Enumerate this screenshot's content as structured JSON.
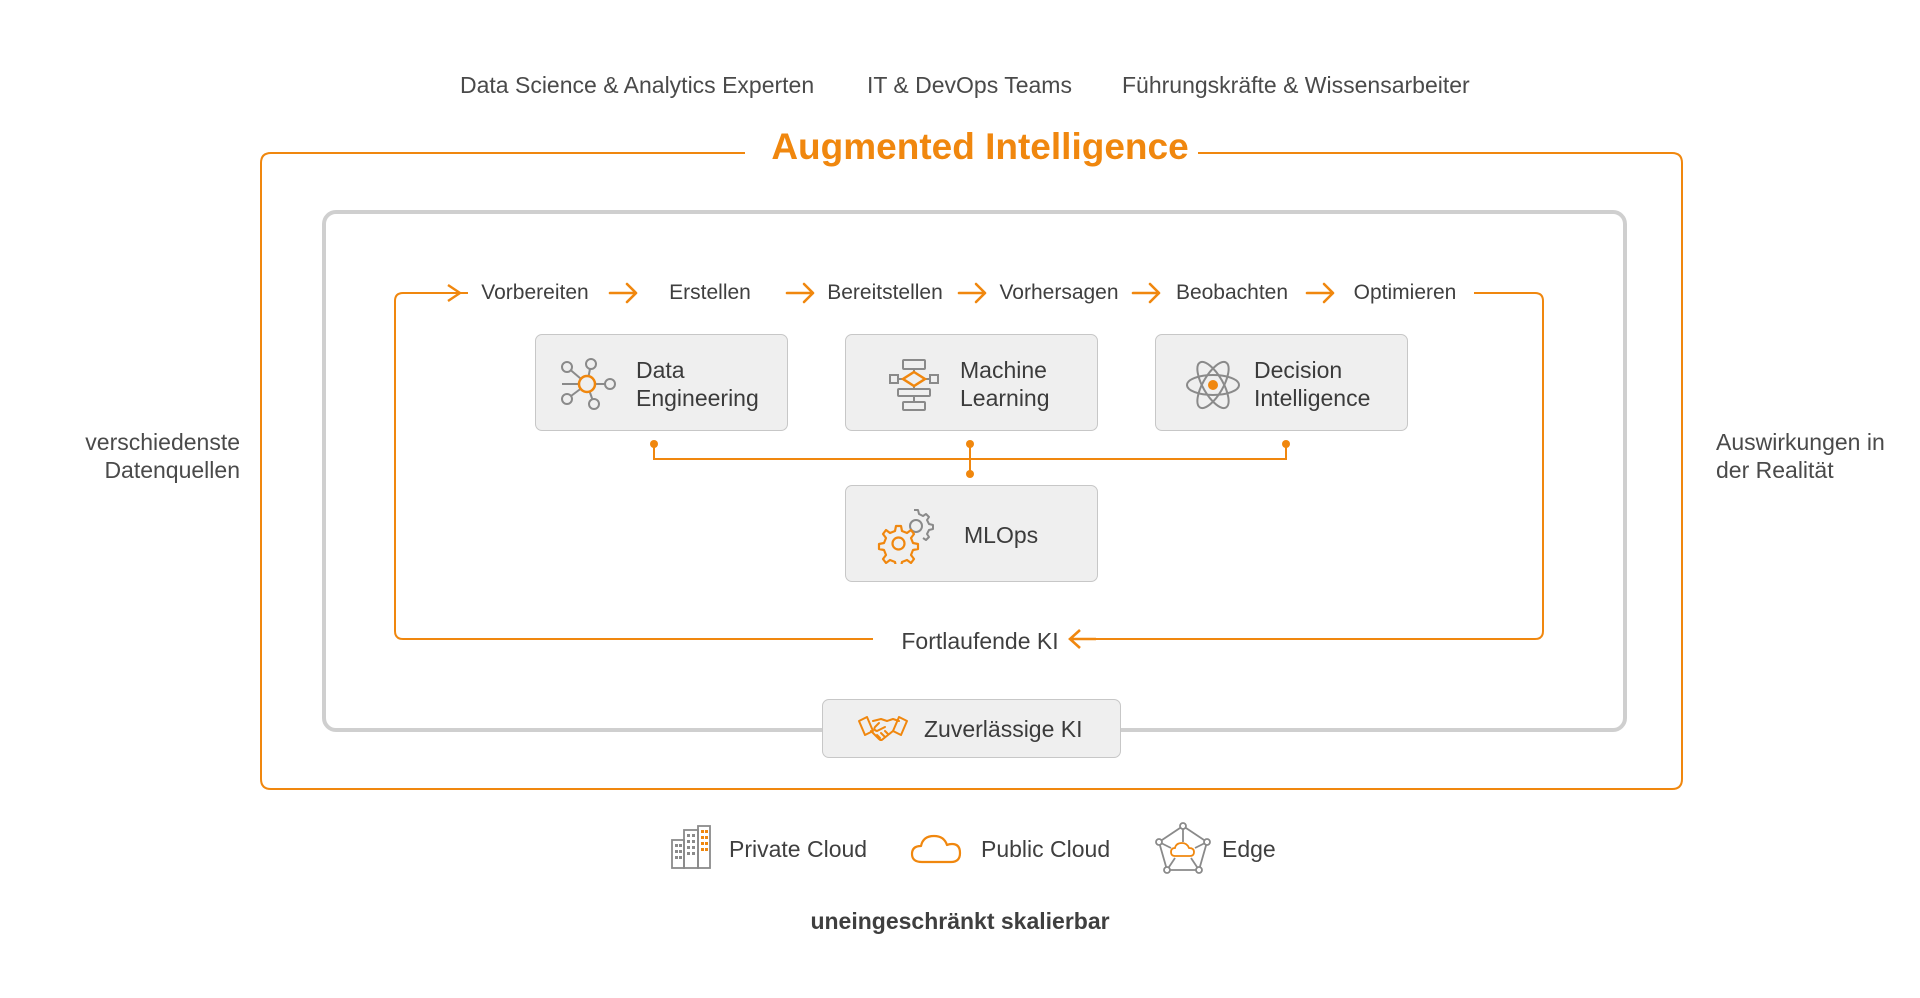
{
  "audiences": [
    "Data Science & Analytics Experten",
    "IT & DevOps Teams",
    "Führungskräfte & Wissensarbeiter"
  ],
  "title": "Augmented Intelligence",
  "left_label": "verschiedenste Datenquellen",
  "right_label": "Auswirkungen in der Realität",
  "steps": [
    "Vorbereiten",
    "Erstellen",
    "Bereitstellen",
    "Vorhersagen",
    "Beobachten",
    "Optimieren"
  ],
  "cards": {
    "data_engineering": {
      "line1": "Data",
      "line2": "Engineering",
      "icon": "network-nodes-icon"
    },
    "machine_learning": {
      "line1": "Machine",
      "line2": "Learning",
      "icon": "flowchart-icon"
    },
    "decision_intelligence": {
      "line1": "Decision",
      "line2": "Intelligence",
      "icon": "atom-icon"
    },
    "mlops": {
      "label": "MLOps",
      "icon": "gears-icon"
    }
  },
  "loop_label": "Fortlaufende KI",
  "trusted_label": "Zuverlässige KI",
  "trusted_icon": "handshake-icon",
  "infrastructure": [
    {
      "label": "Private Cloud",
      "icon": "buildings-icon"
    },
    {
      "label": "Public Cloud",
      "icon": "cloud-icon"
    },
    {
      "label": "Edge",
      "icon": "edge-network-icon"
    }
  ],
  "footer": "uneingeschränkt skalierbar",
  "colors": {
    "accent": "#f0870e",
    "frame_gray": "#cfcfcf",
    "card_bg": "#efefef",
    "text": "#3b3b3b"
  }
}
